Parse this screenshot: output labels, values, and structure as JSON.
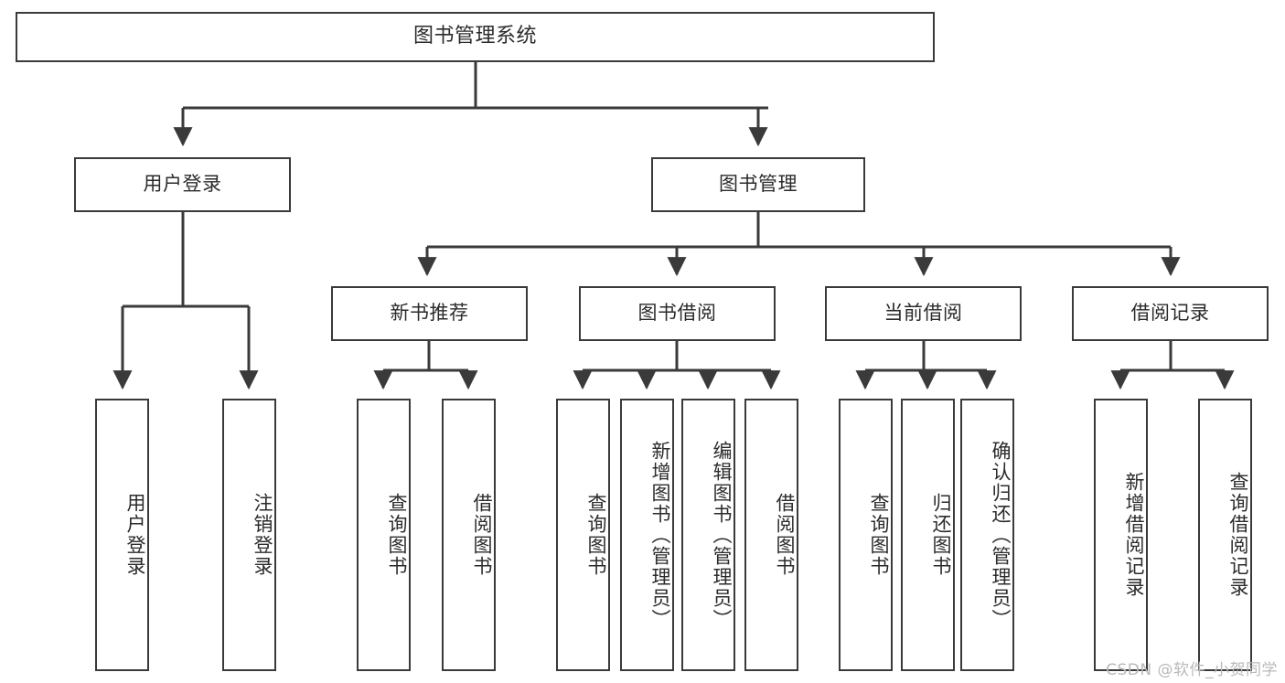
{
  "diagram": {
    "title": "图书管理系统",
    "type": "tree-hierarchy-chart",
    "watermark": "CSDN @软件_小贺同学",
    "colors": {
      "stroke": "#3a3a3a",
      "text": "#2b2b2b",
      "background": "#ffffff",
      "watermark": "#b9b9b9"
    }
  },
  "nodes": {
    "root": {
      "label": "图书管理系统"
    },
    "level2": [
      {
        "id": "user-login",
        "label": "用户登录"
      },
      {
        "id": "book-manage",
        "label": "图书管理"
      }
    ],
    "level3": [
      {
        "id": "new-book-recommend",
        "label": "新书推荐"
      },
      {
        "id": "book-borrow",
        "label": "图书借阅"
      },
      {
        "id": "current-borrow",
        "label": "当前借阅"
      },
      {
        "id": "borrow-record",
        "label": "借阅记录"
      }
    ],
    "leaves": {
      "user_login": [
        {
          "id": "leaf-user-login",
          "label": "用户登录"
        },
        {
          "id": "leaf-logout-login",
          "label": "注销登录"
        }
      ],
      "new_book_recommend": [
        {
          "id": "leaf-query-book-1",
          "label": "查询图书"
        },
        {
          "id": "leaf-borrow-book-1",
          "label": "借阅图书"
        }
      ],
      "book_borrow": [
        {
          "id": "leaf-query-book-2",
          "label": "查询图书"
        },
        {
          "id": "leaf-add-book",
          "label": "新增图书（管理员）"
        },
        {
          "id": "leaf-edit-book",
          "label": "编辑图书（管理员）"
        },
        {
          "id": "leaf-borrow-book-2",
          "label": "借阅图书"
        }
      ],
      "current_borrow": [
        {
          "id": "leaf-query-book-3",
          "label": "查询图书"
        },
        {
          "id": "leaf-return-book",
          "label": "归还图书"
        },
        {
          "id": "leaf-confirm-return",
          "label": "确认归还（管理员）"
        }
      ],
      "borrow_record": [
        {
          "id": "leaf-add-record",
          "label": "新增借阅记录"
        },
        {
          "id": "leaf-query-record",
          "label": "查询借阅记录"
        }
      ]
    }
  }
}
